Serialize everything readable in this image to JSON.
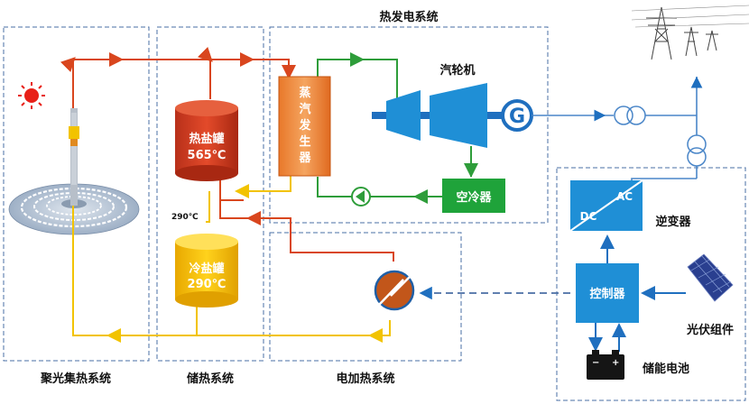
{
  "title": "热发电系统",
  "regions": {
    "collector": "聚光集热系统",
    "storage": "储热系统",
    "electric_heating": "电加热系统"
  },
  "hot_tank": {
    "name": "热盐罐",
    "temp": "565℃"
  },
  "cold_tank": {
    "name": "冷盐罐",
    "temp": "290℃"
  },
  "pipe_temp": "290℃",
  "steam_generator": [
    "蒸",
    "汽",
    "发",
    "生",
    "器"
  ],
  "turbine": "汽轮机",
  "generator": "G",
  "air_cooler": "空冷器",
  "inverter": {
    "label": "逆变器",
    "dc": "DC",
    "ac": "AC"
  },
  "controller": "控制器",
  "pv": "光伏组件",
  "battery": "储能电池",
  "colors": {
    "hot": "#d9461e",
    "cold": "#f2c300",
    "steam": "#2e9d3a",
    "blue": "#1f8fd6",
    "border": "#4a6fa5",
    "grid": "#4a86c8"
  }
}
